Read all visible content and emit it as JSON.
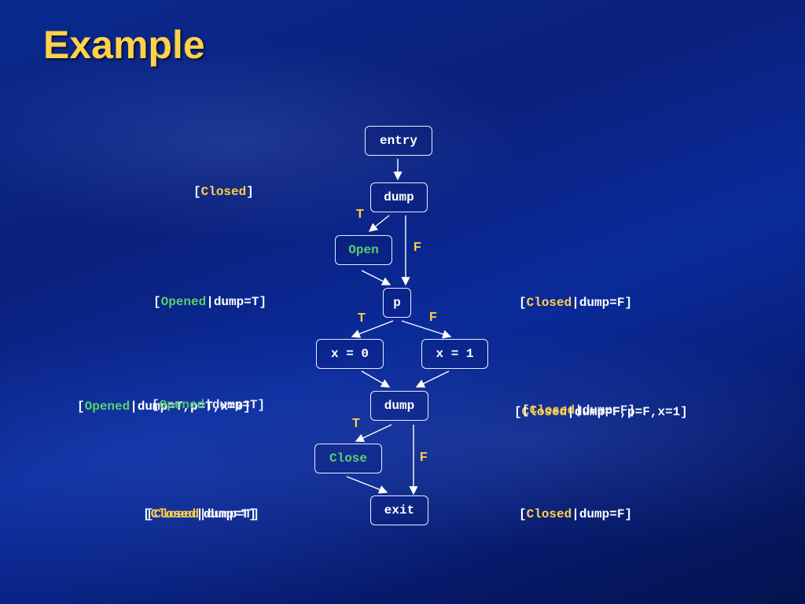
{
  "title": "Example",
  "nodes": {
    "entry": "entry",
    "dump1": "dump",
    "open": "Open",
    "p": "p",
    "x0": "x = 0",
    "x1": "x = 1",
    "dump2": "dump",
    "close": "Close",
    "exit": "exit"
  },
  "edge_labels": {
    "dump1_true": "T",
    "dump1_false": "F",
    "p_true": "T",
    "p_false": "F",
    "dump2_true": "T",
    "dump2_false": "F"
  },
  "states": {
    "s1": {
      "state": "Closed",
      "rest": ""
    },
    "s2": {
      "state": "Opened",
      "rest": "|dump=T"
    },
    "s3": {
      "state": "Closed",
      "rest": "|dump=F"
    },
    "s4a": {
      "state": "Opened",
      "rest": "|dump=T,p=T,x=0"
    },
    "s4b": {
      "state": "Opened",
      "rest": "|dump=T"
    },
    "s5a": {
      "state": "Closed",
      "rest": "|dump=F,p=F,x=1"
    },
    "s5b": {
      "state": "Closed",
      "rest": "|dump=F"
    },
    "s6a": {
      "state": "Closed",
      "rest": "|dump=T"
    },
    "s6b": {
      "state": "Closed",
      "rest": "|dump=T"
    },
    "s7": {
      "state": "Closed",
      "rest": "|dump=F"
    }
  },
  "colors": {
    "title": "#ffd24a",
    "opened": "#56d36a",
    "closed": "#ffd24a",
    "edge": "#ffffff"
  }
}
